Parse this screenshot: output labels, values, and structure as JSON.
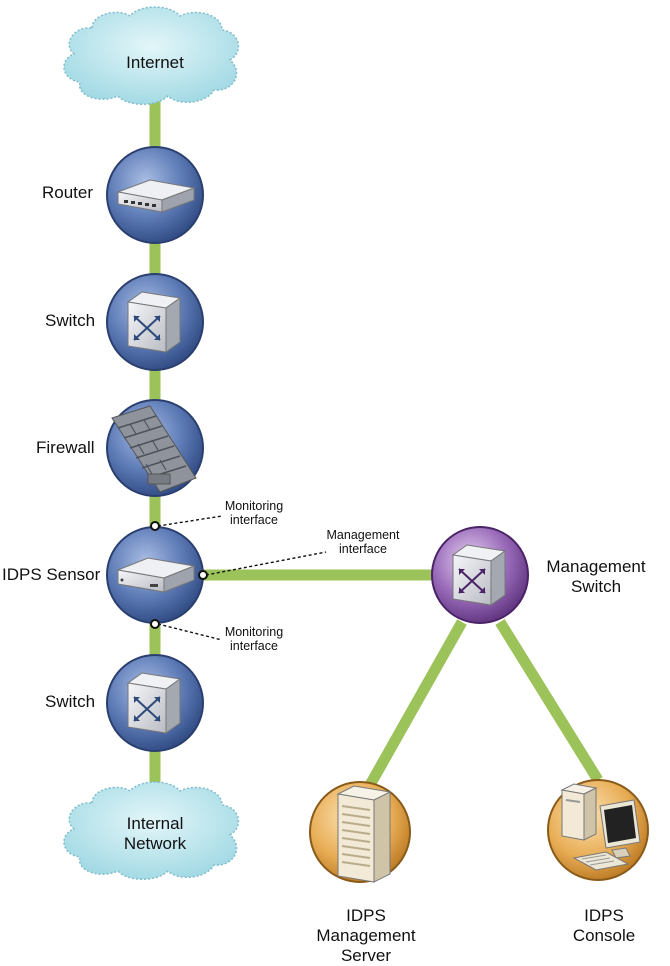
{
  "nodes": {
    "internet": "Internet",
    "router": "Router",
    "switch_top": "Switch",
    "firewall": "Firewall",
    "idps_sensor": "IDPS Sensor",
    "switch_bottom": "Switch",
    "internal_network": [
      "Internal",
      "Network"
    ],
    "management_switch": [
      "Management",
      "Switch"
    ],
    "management_server": [
      "IDPS",
      "Management",
      "Server"
    ],
    "console": [
      "IDPS",
      "Console"
    ]
  },
  "annotations": {
    "monitoring_top": [
      "Monitoring",
      "interface"
    ],
    "management": [
      "Management",
      "interface"
    ],
    "monitoring_bottom": [
      "Monitoring",
      "interface"
    ]
  },
  "colors": {
    "link": "#9cc25a",
    "blue_node": "#4a6aa6",
    "purple_node": "#7a4f9a",
    "orange_node": "#e0a24a",
    "cloud": "#b9e6ee"
  }
}
